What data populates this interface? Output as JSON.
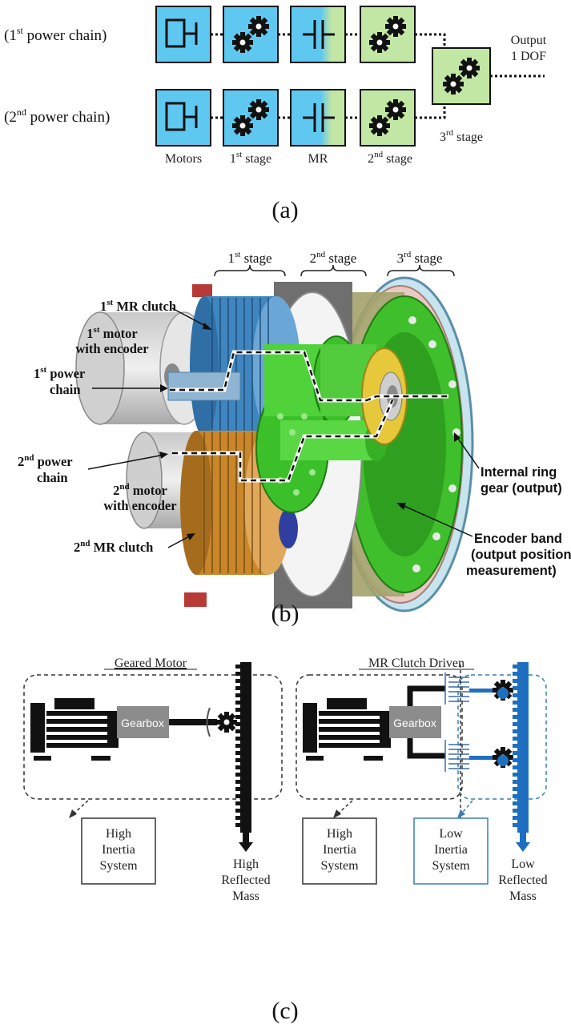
{
  "panel_a": {
    "chain1": "(1",
    "chain1_sup": "st",
    "chain1_tail": " power chain)",
    "chain2": "(2",
    "chain2_sup": "nd",
    "chain2_tail": " power chain)",
    "output_line1": "Output",
    "output_line2": "1 DOF",
    "motors": "Motors",
    "stage1": "1",
    "stage1_sup": "st",
    "stage1_tail": " stage",
    "mr": "MR",
    "stage2": "2",
    "stage2_sup": "nd",
    "stage2_tail": " stage",
    "stage3": "3",
    "stage3_sup": "rd",
    "stage3_tail": " stage",
    "caption": "(a)",
    "colors": {
      "blue": "#5ec8f0",
      "green": "#c2e6a4"
    }
  },
  "panel_b": {
    "stage1": "1",
    "stage1_sup": "st",
    "stage1_tail": " stage",
    "stage2": "2",
    "stage2_sup": "nd",
    "stage2_tail": " stage",
    "stage3": "3",
    "stage3_sup": "rd",
    "stage3_tail": " stage",
    "clutch1": "1",
    "clutch1_sup": "st",
    "clutch1_tail": " MR clutch",
    "motor1_l1": "1",
    "motor1_sup": "st",
    "motor1_tail": " motor",
    "motor1_l2": "with encoder",
    "chain1_l1": "1",
    "chain1_sup": "st",
    "chain1_tail": " power",
    "chain1_l2": "chain",
    "chain2_l1": "2",
    "chain2_sup": "nd",
    "chain2_tail": " power",
    "chain2_l2": "chain",
    "motor2_l1": "2",
    "motor2_sup": "nd",
    "motor2_tail": " motor",
    "motor2_l2": "with encoder",
    "clutch2": "2",
    "clutch2_sup": "nd",
    "clutch2_tail": " MR clutch",
    "ring_l1": "Internal ring",
    "ring_l2": "gear (output)",
    "enc_l1": "Encoder band",
    "enc_l2": "(output position",
    "enc_l3": "measurement)",
    "caption": "(b)",
    "colors": {
      "blue_clutch": "#3f86c0",
      "orange_clutch": "#c9862a",
      "green_gear": "#3cc02a",
      "yellow_carrier": "#e6c83a"
    }
  },
  "panel_c": {
    "left_title": "Geared Motor",
    "right_title": "MR Clutch Driven",
    "gearbox_left": "Gearbox",
    "gearbox_right": "Gearbox",
    "hi_l1": "High",
    "hi_l2": "Inertia",
    "hi_l3": "System",
    "hi2_l1": "High",
    "hi2_l2": "Inertia",
    "hi2_l3": "System",
    "li_l1": "Low",
    "li_l2": "Inertia",
    "li_l3": "System",
    "hrm_l1": "High",
    "hrm_l2": "Reflected",
    "hrm_l3": "Mass",
    "lrm_l1": "Low",
    "lrm_l2": "Reflected",
    "lrm_l3": "Mass",
    "caption": "(c)",
    "colors": {
      "rack_blue": "#1e6fc0",
      "gearbox_gray": "#8c8c8c"
    }
  }
}
